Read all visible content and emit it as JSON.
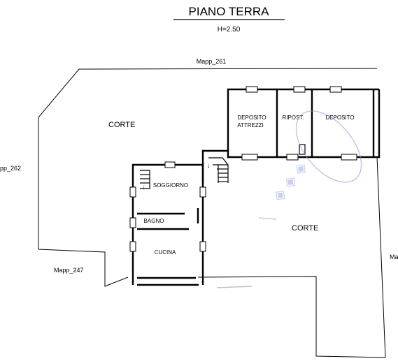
{
  "title": "PIANO TERRA",
  "height_note": "H=2.50",
  "parcels": {
    "north": "Mapp_261",
    "west": "pp_262",
    "southwest": "Mapp_247",
    "east": "Ma"
  },
  "areas": {
    "corte_north": "CORTE",
    "corte_south": "CORTE"
  },
  "rooms": {
    "deposito_attrezzi_line1": "DEPOSITO",
    "deposito_attrezzi_line2": "ATTREZZI",
    "ripostiglio": "RIPOST.",
    "deposito": "DEPOSITO",
    "soggiorno": "SOGGIORNO",
    "bagno": "BAGNO",
    "cucina": "CUCINA"
  },
  "stairs": {
    "arrow_symbol": "↓"
  },
  "colors": {
    "ink": "#000000",
    "stamp": "#8a96d8"
  }
}
